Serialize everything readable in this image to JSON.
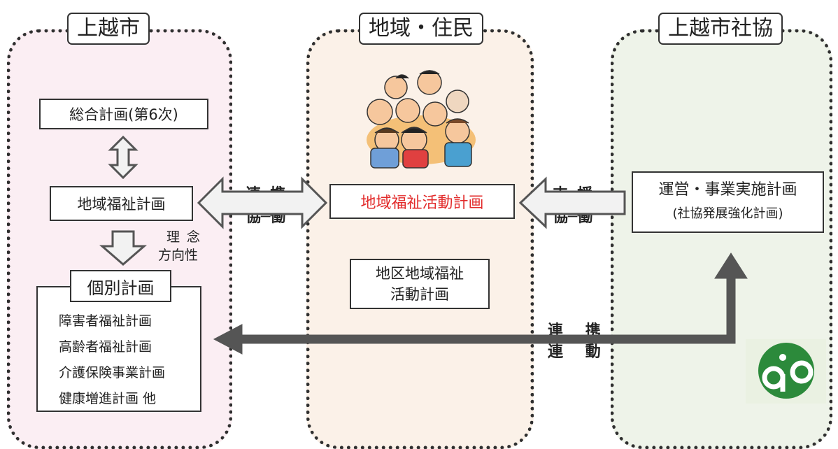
{
  "city": {
    "header": "上越市",
    "general_plan": "総合計画(第6次)",
    "regional_plan": "地域福祉計画",
    "philosophy_line1": "理 念",
    "philosophy_line2": "方向性",
    "individual": {
      "header": "個別計画",
      "items": [
        "障害者福祉計画",
        "高齢者福祉計画",
        "介護保険事業計画",
        "健康増進計画 他"
      ]
    }
  },
  "community": {
    "header": "地域・住民",
    "activity_plan": "地域福祉活動計画",
    "district_line1": "地区地域福祉",
    "district_line2": "活動計画",
    "illustration": "people-crowd-illustration"
  },
  "council": {
    "header": "上越市社協",
    "plan_line1": "運営・事業実施計画",
    "plan_line2": "(社協発展強化計画)",
    "logo": "council-logo"
  },
  "links": {
    "city_community": {
      "top_a": "連",
      "top_b": "携",
      "bottom_a": "協",
      "bottom_b": "働"
    },
    "council_community": {
      "top_a": "支",
      "top_b": "援",
      "bottom_a": "協",
      "bottom_b": "働"
    },
    "bottom": {
      "top_a": "連",
      "top_b": "携",
      "bottom_a": "連",
      "bottom_b": "動"
    }
  },
  "colors": {
    "highlight": "#e22b2b",
    "arrow_dark": "#555555",
    "arrow_light": "#f2f2f2"
  }
}
